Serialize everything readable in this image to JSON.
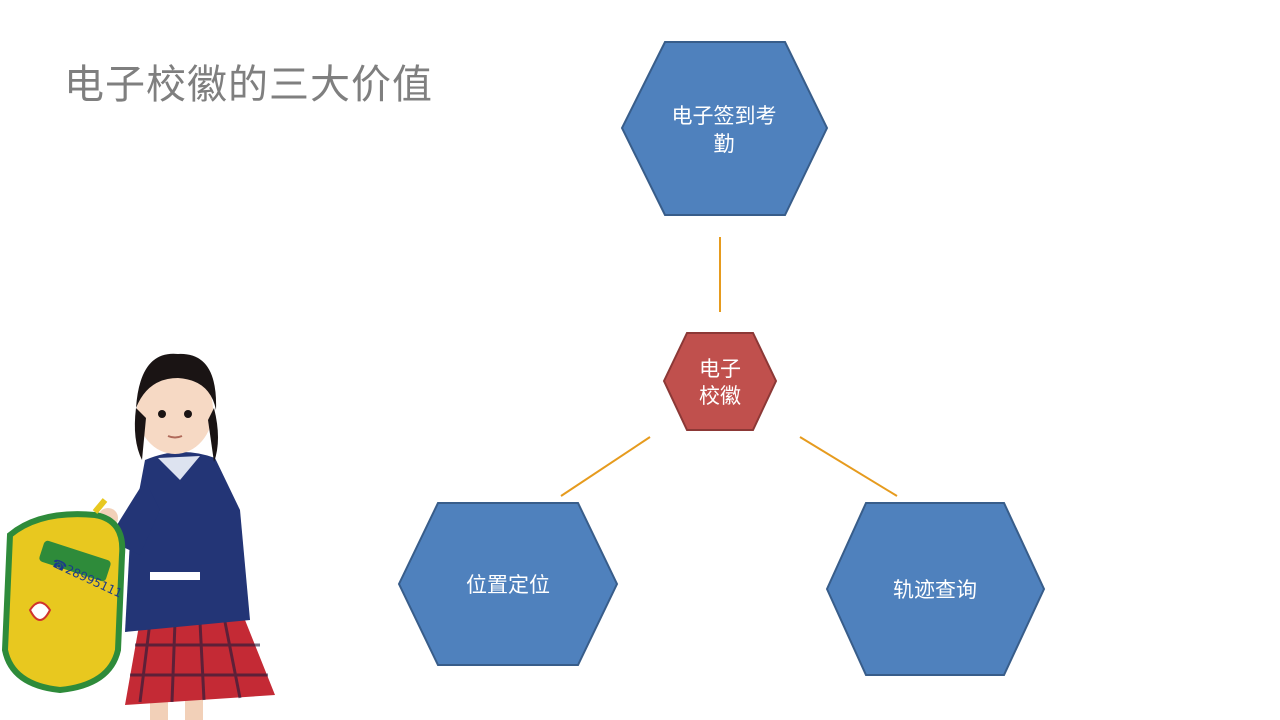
{
  "slide": {
    "title": "电子校徽的三大价值"
  },
  "diagram": {
    "center": {
      "lines": [
        "电子",
        "校徽"
      ],
      "color": "#c0504d"
    },
    "nodes": [
      {
        "id": "top",
        "lines": [
          "电子签到考",
          "勤"
        ],
        "color": "#4f81bd"
      },
      {
        "id": "left",
        "lines": [
          "位置定位"
        ],
        "color": "#4f81bd"
      },
      {
        "id": "right",
        "lines": [
          "轨迹查询"
        ],
        "color": "#4f81bd"
      }
    ],
    "connector_color": "#e69b1e",
    "border_color": "#385d8a"
  },
  "illustration": {
    "description_icon": "girl-with-backpack-photo",
    "backpack_text": "☎28995111"
  }
}
